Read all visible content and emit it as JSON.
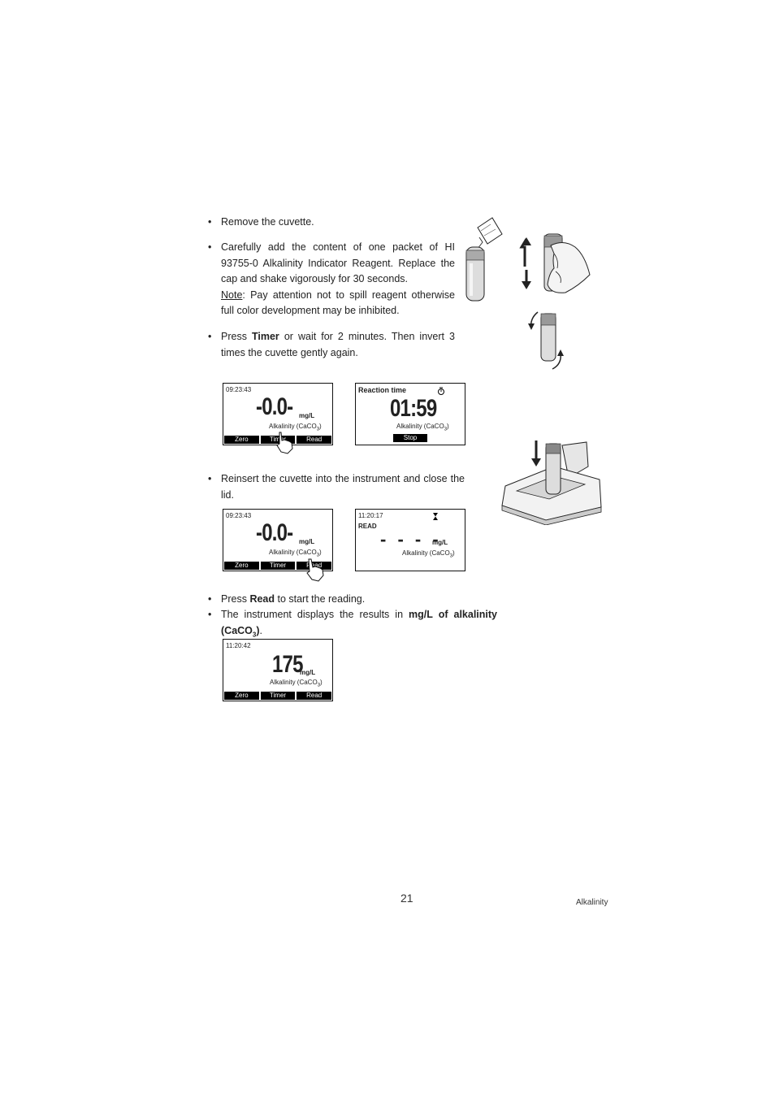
{
  "steps": {
    "s1": "Remove the cuvette.",
    "s2a": "Carefully add the content of one packet of HI 93755-0 Alkalinity Indicator Reagent. Replace the cap and shake vigorously for 30 seconds.",
    "s2_note_label": "Note",
    "s2_note_text": ": Pay attention not to spill reagent otherwise full color development may be inhibited.",
    "s3_pre": "Press ",
    "s3_bold": "Timer",
    "s3_post": " or wait for 2 minutes. Then invert 3 times the cuvette gently again.",
    "s4": "Reinsert the cuvette into the instrument and close the lid.",
    "s5_pre": "Press ",
    "s5_bold": "Read",
    "s5_post": " to start the reading.",
    "s6_pre": "The instrument displays the results in ",
    "s6_bold": "mg/L of alkalinity (CaCO",
    "s6_sub": "3",
    "s6_bold_end": ")",
    "s6_post": "."
  },
  "screens": {
    "a": {
      "clock": "09:23:43",
      "value": "-0.0-",
      "unit": "mg/L",
      "param": "Alkalinity (CaCO",
      "param_sub": "3",
      "param_end": ")",
      "buttons": [
        "Zero",
        "Timer",
        "Read"
      ]
    },
    "b": {
      "title": "Reaction time",
      "value": "01:59",
      "param": "Alkalinity (CaCO",
      "param_sub": "3",
      "param_end": ")",
      "button": "Stop"
    },
    "c": {
      "clock": "09:23:43",
      "value": "-0.0-",
      "unit": "mg/L",
      "param": "Alkalinity (CaCO",
      "param_sub": "3",
      "param_end": ")",
      "buttons": [
        "Zero",
        "Timer",
        "Read"
      ]
    },
    "d": {
      "clock": "11:20:17",
      "mode": "READ",
      "value": "- - - -",
      "unit": "mg/L",
      "param": "Alkalinity (CaCO",
      "param_sub": "3",
      "param_end": ")"
    },
    "e": {
      "clock": "11:20:42",
      "value": "175",
      "unit": "mg/L",
      "param": "Alkalinity (CaCO",
      "param_sub": "3",
      "param_end": ")",
      "buttons": [
        "Zero",
        "Timer",
        "Read"
      ]
    }
  },
  "page_number": "21",
  "footer": "Alkalinity"
}
